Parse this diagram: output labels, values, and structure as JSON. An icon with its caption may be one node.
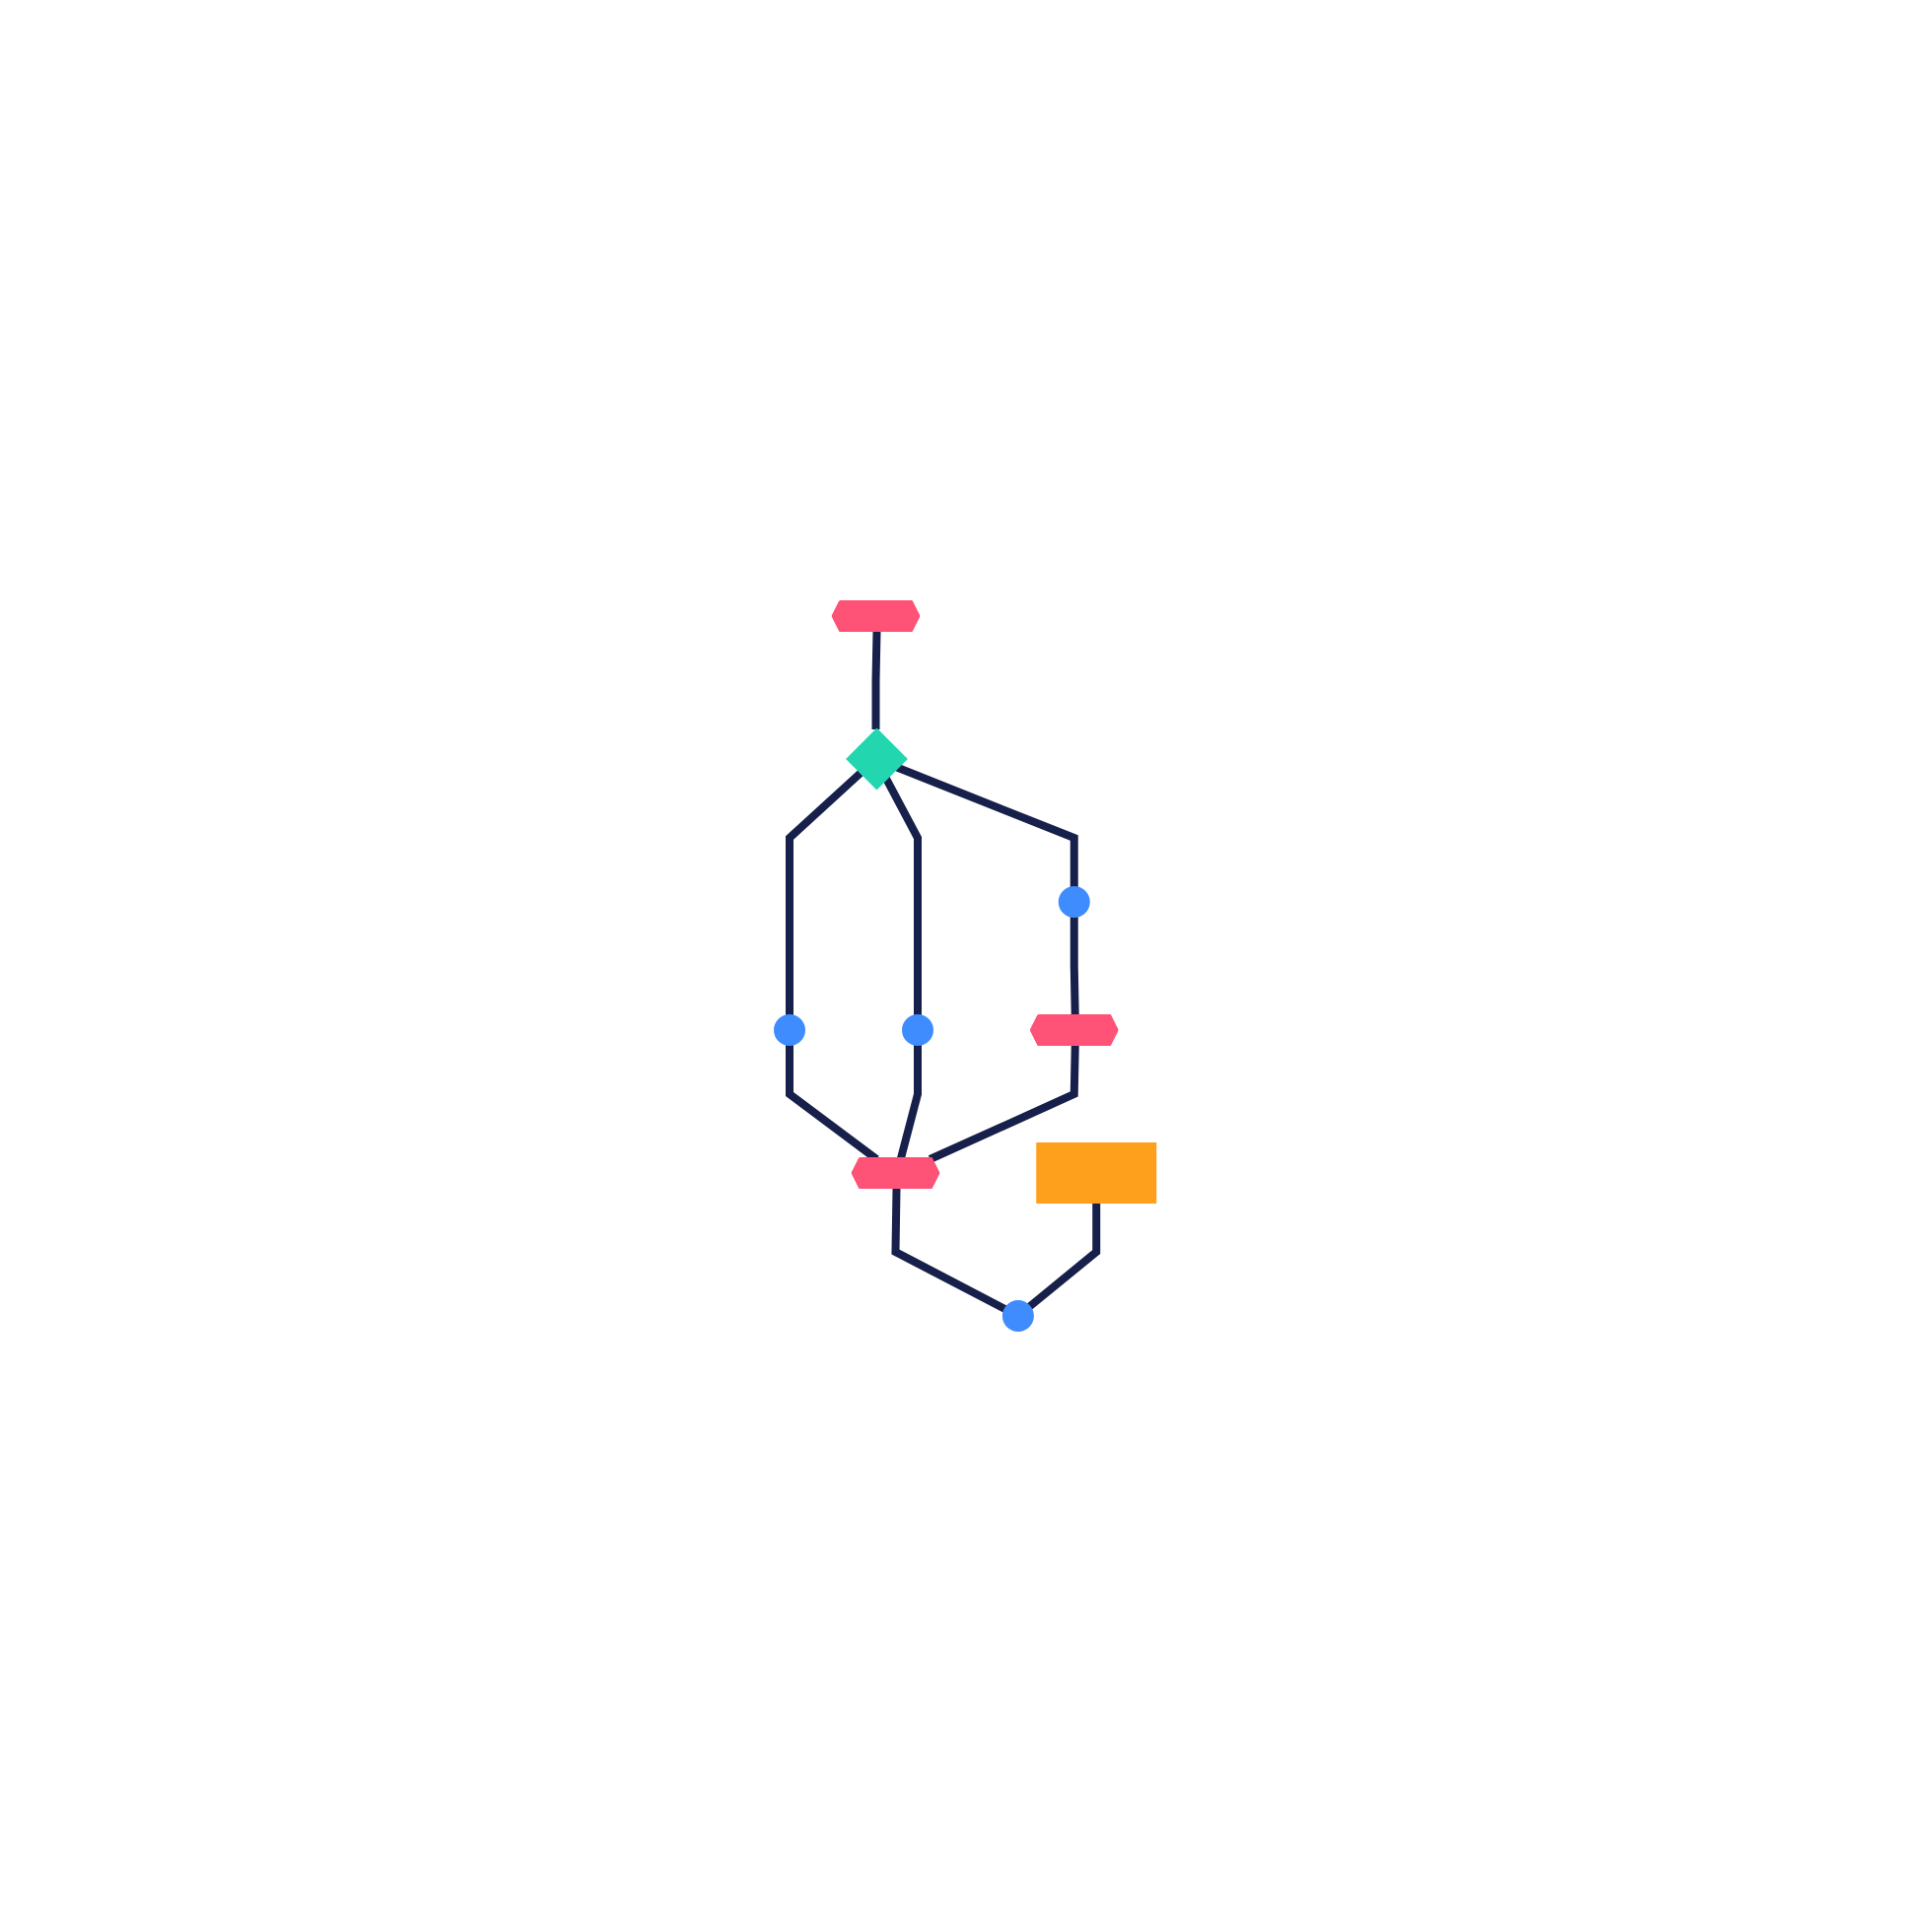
{
  "diagram": {
    "nodes": [
      {
        "text": [],
        "shape": "hexagon"
      },
      {
        "text": [],
        "shape": "diamond"
      },
      {
        "text": [],
        "shape": "circle"
      },
      {
        "text": [],
        "shape": "circle"
      },
      {
        "text": [],
        "shape": "circle"
      },
      {
        "text": [],
        "shape": "hexagon"
      },
      {
        "text": [],
        "shape": "hexagon"
      },
      {
        "text": [],
        "shape": "box"
      },
      {
        "text": [],
        "shape": "circle"
      }
    ],
    "edges": [
      {
        "from": 0,
        "to": 1,
        "arrow": "none"
      },
      {
        "from": 1,
        "to": 2,
        "arrow": "none"
      },
      {
        "from": 1,
        "to": 3,
        "arrow": "none"
      },
      {
        "from": 1,
        "to": 4,
        "arrow": "none"
      },
      {
        "from": 2,
        "to": 5,
        "arrow": "none"
      },
      {
        "from": 3,
        "to": 6,
        "arrow": "none"
      },
      {
        "from": 4,
        "to": 6,
        "arrow": "none"
      },
      {
        "from": 5,
        "to": 6,
        "arrow": "none"
      },
      {
        "from": 6,
        "to": 8,
        "arrow": "none"
      },
      {
        "from": 7,
        "to": 8,
        "arrow": "none"
      }
    ]
  }
}
